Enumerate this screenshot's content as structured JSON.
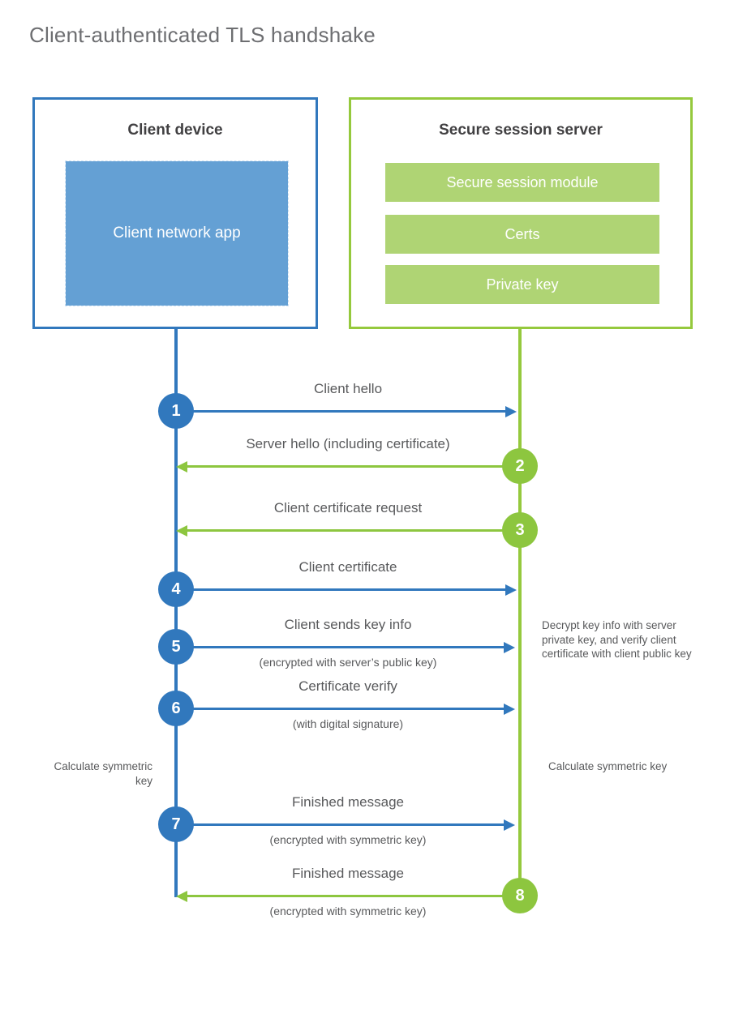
{
  "title": "Client-authenticated TLS handshake",
  "entities": {
    "client": {
      "title": "Client device",
      "app_label": "Client network app",
      "border_color": "#3178bd",
      "app_fill": "#64a0d4"
    },
    "server": {
      "title": "Secure session server",
      "border_color": "#95c93d",
      "module_fill": "#afd474",
      "modules": [
        {
          "label": "Secure session module"
        },
        {
          "label": "Certs"
        },
        {
          "label": "Private key"
        }
      ]
    }
  },
  "lifelines": {
    "client_color": "#3178bd",
    "server_color": "#95c93d"
  },
  "messages": [
    {
      "number": "1",
      "label": "Client hello",
      "sub": "",
      "direction": "client-to-server",
      "color": "#3178bd"
    },
    {
      "number": "2",
      "label": "Server hello (including certificate)",
      "sub": "",
      "direction": "server-to-client",
      "color": "#8dc63f"
    },
    {
      "number": "3",
      "label": "Client certificate request",
      "sub": "",
      "direction": "server-to-client",
      "color": "#8dc63f"
    },
    {
      "number": "4",
      "label": "Client certificate",
      "sub": "",
      "direction": "client-to-server",
      "color": "#3178bd"
    },
    {
      "number": "5",
      "label": "Client sends key info",
      "sub": "(encrypted with server’s public key)",
      "direction": "client-to-server",
      "color": "#3178bd"
    },
    {
      "number": "6",
      "label": "Certificate verify",
      "sub": "(with digital signature)",
      "direction": "client-to-server",
      "color": "#3178bd"
    },
    {
      "number": "7",
      "label": "Finished message",
      "sub": "(encrypted with symmetric key)",
      "direction": "client-to-server",
      "color": "#3178bd"
    },
    {
      "number": "8",
      "label": "Finished message",
      "sub": "(encrypted with symmetric key)",
      "direction": "server-to-client",
      "color": "#8dc63f"
    }
  ],
  "annotations": {
    "decrypt_note": "Decrypt key info with server private key, and verify client certificate with client public key",
    "calculate_client": "Calculate symmetric key",
    "calculate_server": "Calculate symmetric key"
  }
}
